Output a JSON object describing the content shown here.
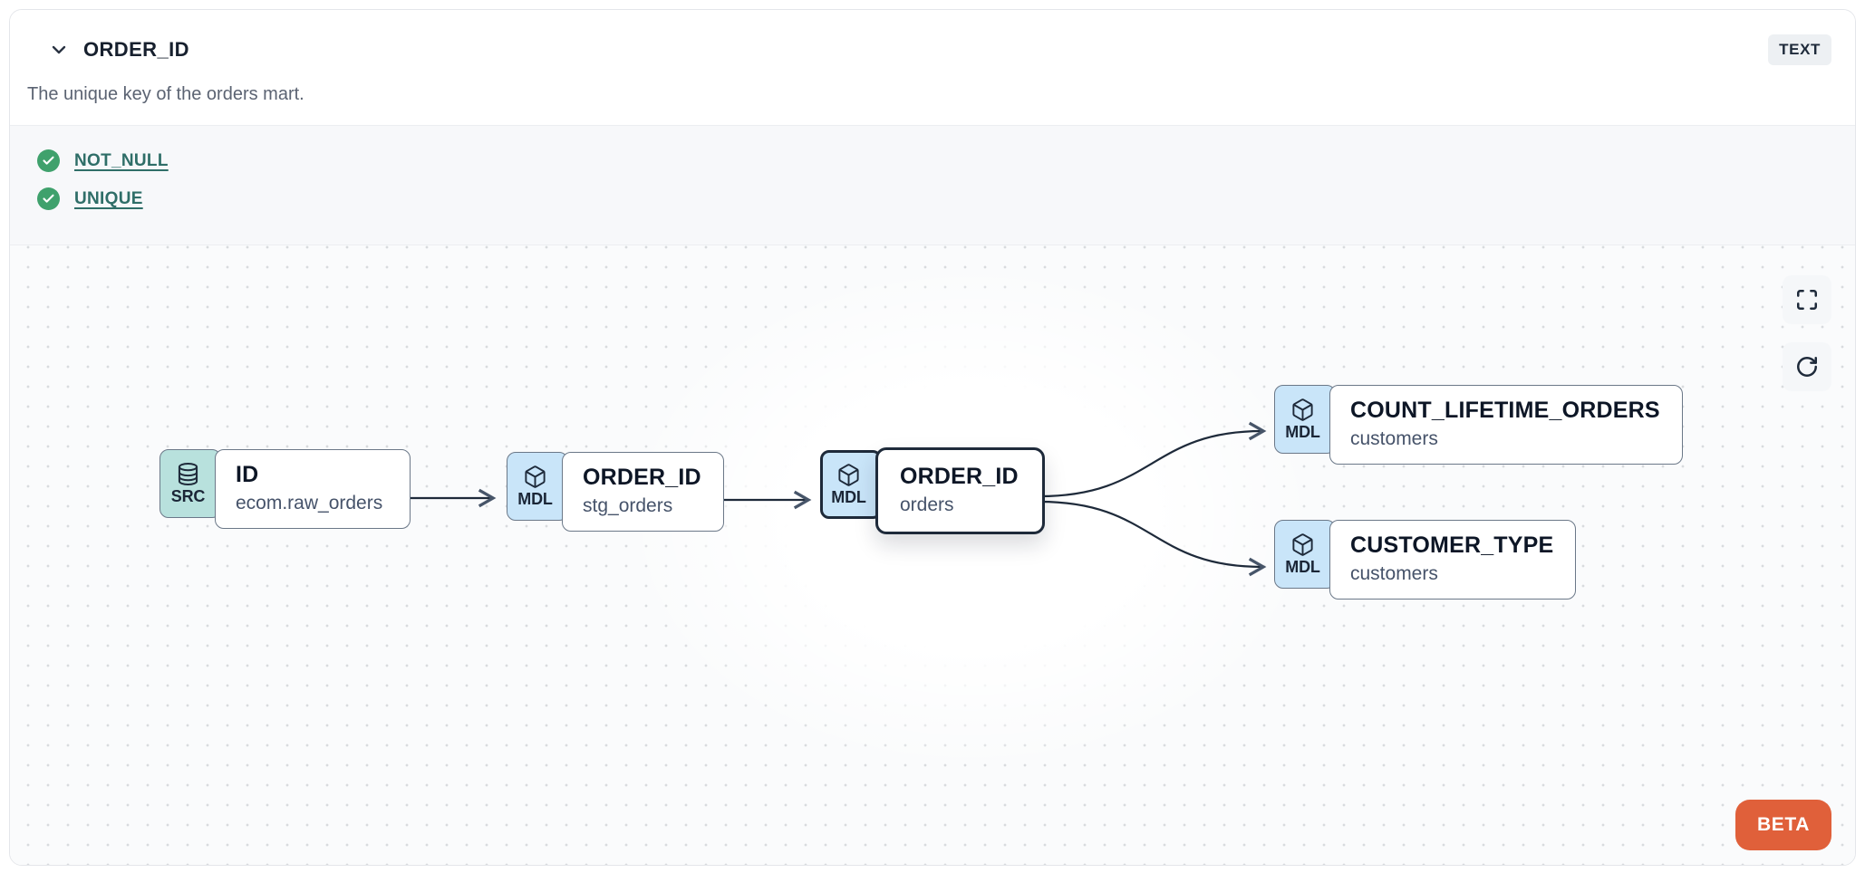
{
  "header": {
    "title": "ORDER_ID",
    "type_badge": "TEXT",
    "description": "The unique key of the orders mart."
  },
  "tests": {
    "items": [
      {
        "label": "NOT_NULL",
        "status": "pass"
      },
      {
        "label": "UNIQUE",
        "status": "pass"
      }
    ]
  },
  "graph": {
    "nodes": [
      {
        "kind": "SRC",
        "icon": "database-icon",
        "title": "ID",
        "subtitle": "ecom.raw_orders",
        "selected": false
      },
      {
        "kind": "MDL",
        "icon": "box-icon",
        "title": "ORDER_ID",
        "subtitle": "stg_orders",
        "selected": false
      },
      {
        "kind": "MDL",
        "icon": "box-icon",
        "title": "ORDER_ID",
        "subtitle": "orders",
        "selected": true
      },
      {
        "kind": "MDL",
        "icon": "box-icon",
        "title": "COUNT_LIFETIME_ORDERS",
        "subtitle": "customers",
        "selected": false
      },
      {
        "kind": "MDL",
        "icon": "box-icon",
        "title": "CUSTOMER_TYPE",
        "subtitle": "customers",
        "selected": false
      }
    ],
    "beta_label": "BETA"
  },
  "colors": {
    "src_badge": "#B8E1DD",
    "mdl_badge": "#C9E5F9",
    "selected_border": "#1E2A3A",
    "edge": "#1E2A3A",
    "test_green": "#3FA16C",
    "link_teal": "#2F6E68",
    "beta_orange": "#E0603A",
    "canvas_bg": "#FAFBFC",
    "tests_bg": "#F7F8FA"
  }
}
